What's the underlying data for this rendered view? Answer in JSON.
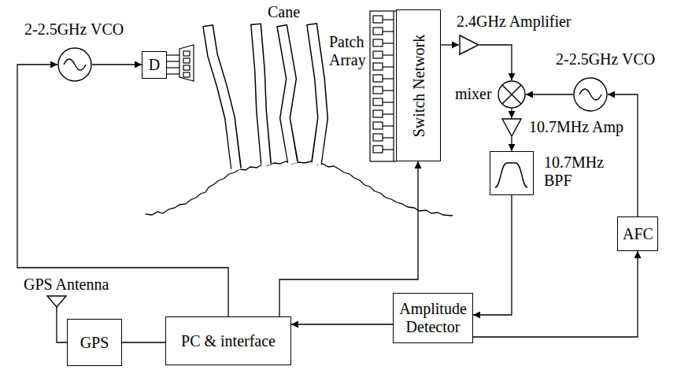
{
  "diagram": {
    "nodes": [
      {
        "text": [
          "2-2.5GHz VCO"
        ]
      },
      {
        "text": [
          "D"
        ]
      },
      {
        "text": [
          "Switch Network"
        ]
      },
      {
        "text": [
          "2.4GHz Amplifier"
        ]
      },
      {
        "text": [
          "2-2.5GHz VCO"
        ]
      },
      {
        "text": [
          "mixer"
        ]
      },
      {
        "text": [
          "10.7MHz Amp"
        ]
      },
      {
        "text": [
          "10.7MHz BPF"
        ]
      },
      {
        "text": [
          "AFC"
        ]
      },
      {
        "text": [
          "GPS Antenna"
        ]
      },
      {
        "text": [
          "GPS"
        ]
      },
      {
        "text": [
          "PC & interface"
        ]
      },
      {
        "text": [
          "Amplitude Detector"
        ]
      }
    ],
    "edges": [
      {
        "from": 0,
        "to": 1,
        "arrow": "to"
      },
      {
        "from": 2,
        "to": 3,
        "arrow": "to"
      },
      {
        "from": 3,
        "to": 5,
        "arrow": "to"
      },
      {
        "from": 4,
        "to": 5,
        "arrow": "to"
      },
      {
        "from": 5,
        "to": 6,
        "arrow": "to"
      },
      {
        "from": 6,
        "to": 7,
        "arrow": "to"
      },
      {
        "from": 7,
        "to": 12,
        "arrow": "to"
      },
      {
        "from": 12,
        "to": 11,
        "arrow": "to"
      },
      {
        "from": 12,
        "to": 8,
        "arrow": "to"
      },
      {
        "from": 8,
        "to": 4,
        "arrow": "to"
      },
      {
        "from": 11,
        "to": 0,
        "arrow": "to"
      },
      {
        "from": 11,
        "to": 2,
        "arrow": "to"
      },
      {
        "from": 9,
        "to": 10,
        "arrow": "none"
      },
      {
        "from": 10,
        "to": 11,
        "arrow": "none"
      }
    ],
    "labels": [
      "Cane",
      "Patch Array"
    ]
  }
}
